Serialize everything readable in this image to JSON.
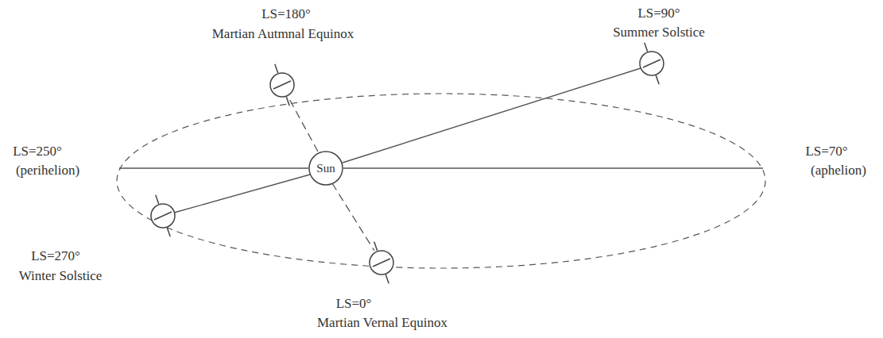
{
  "diagram": {
    "nodes": [
      {
        "text": [
          "Sun"
        ]
      }
    ],
    "labels": [
      "LS=180°",
      "Martian Autmnal Equinox",
      "LS=90°",
      "Summer Solstice",
      "LS=250°",
      "(perihelion)",
      "LS=70°",
      "(aphelion)",
      "LS=270°",
      "Winter Solstice",
      "LS=0°",
      "Martian Vernal Equinox"
    ]
  }
}
